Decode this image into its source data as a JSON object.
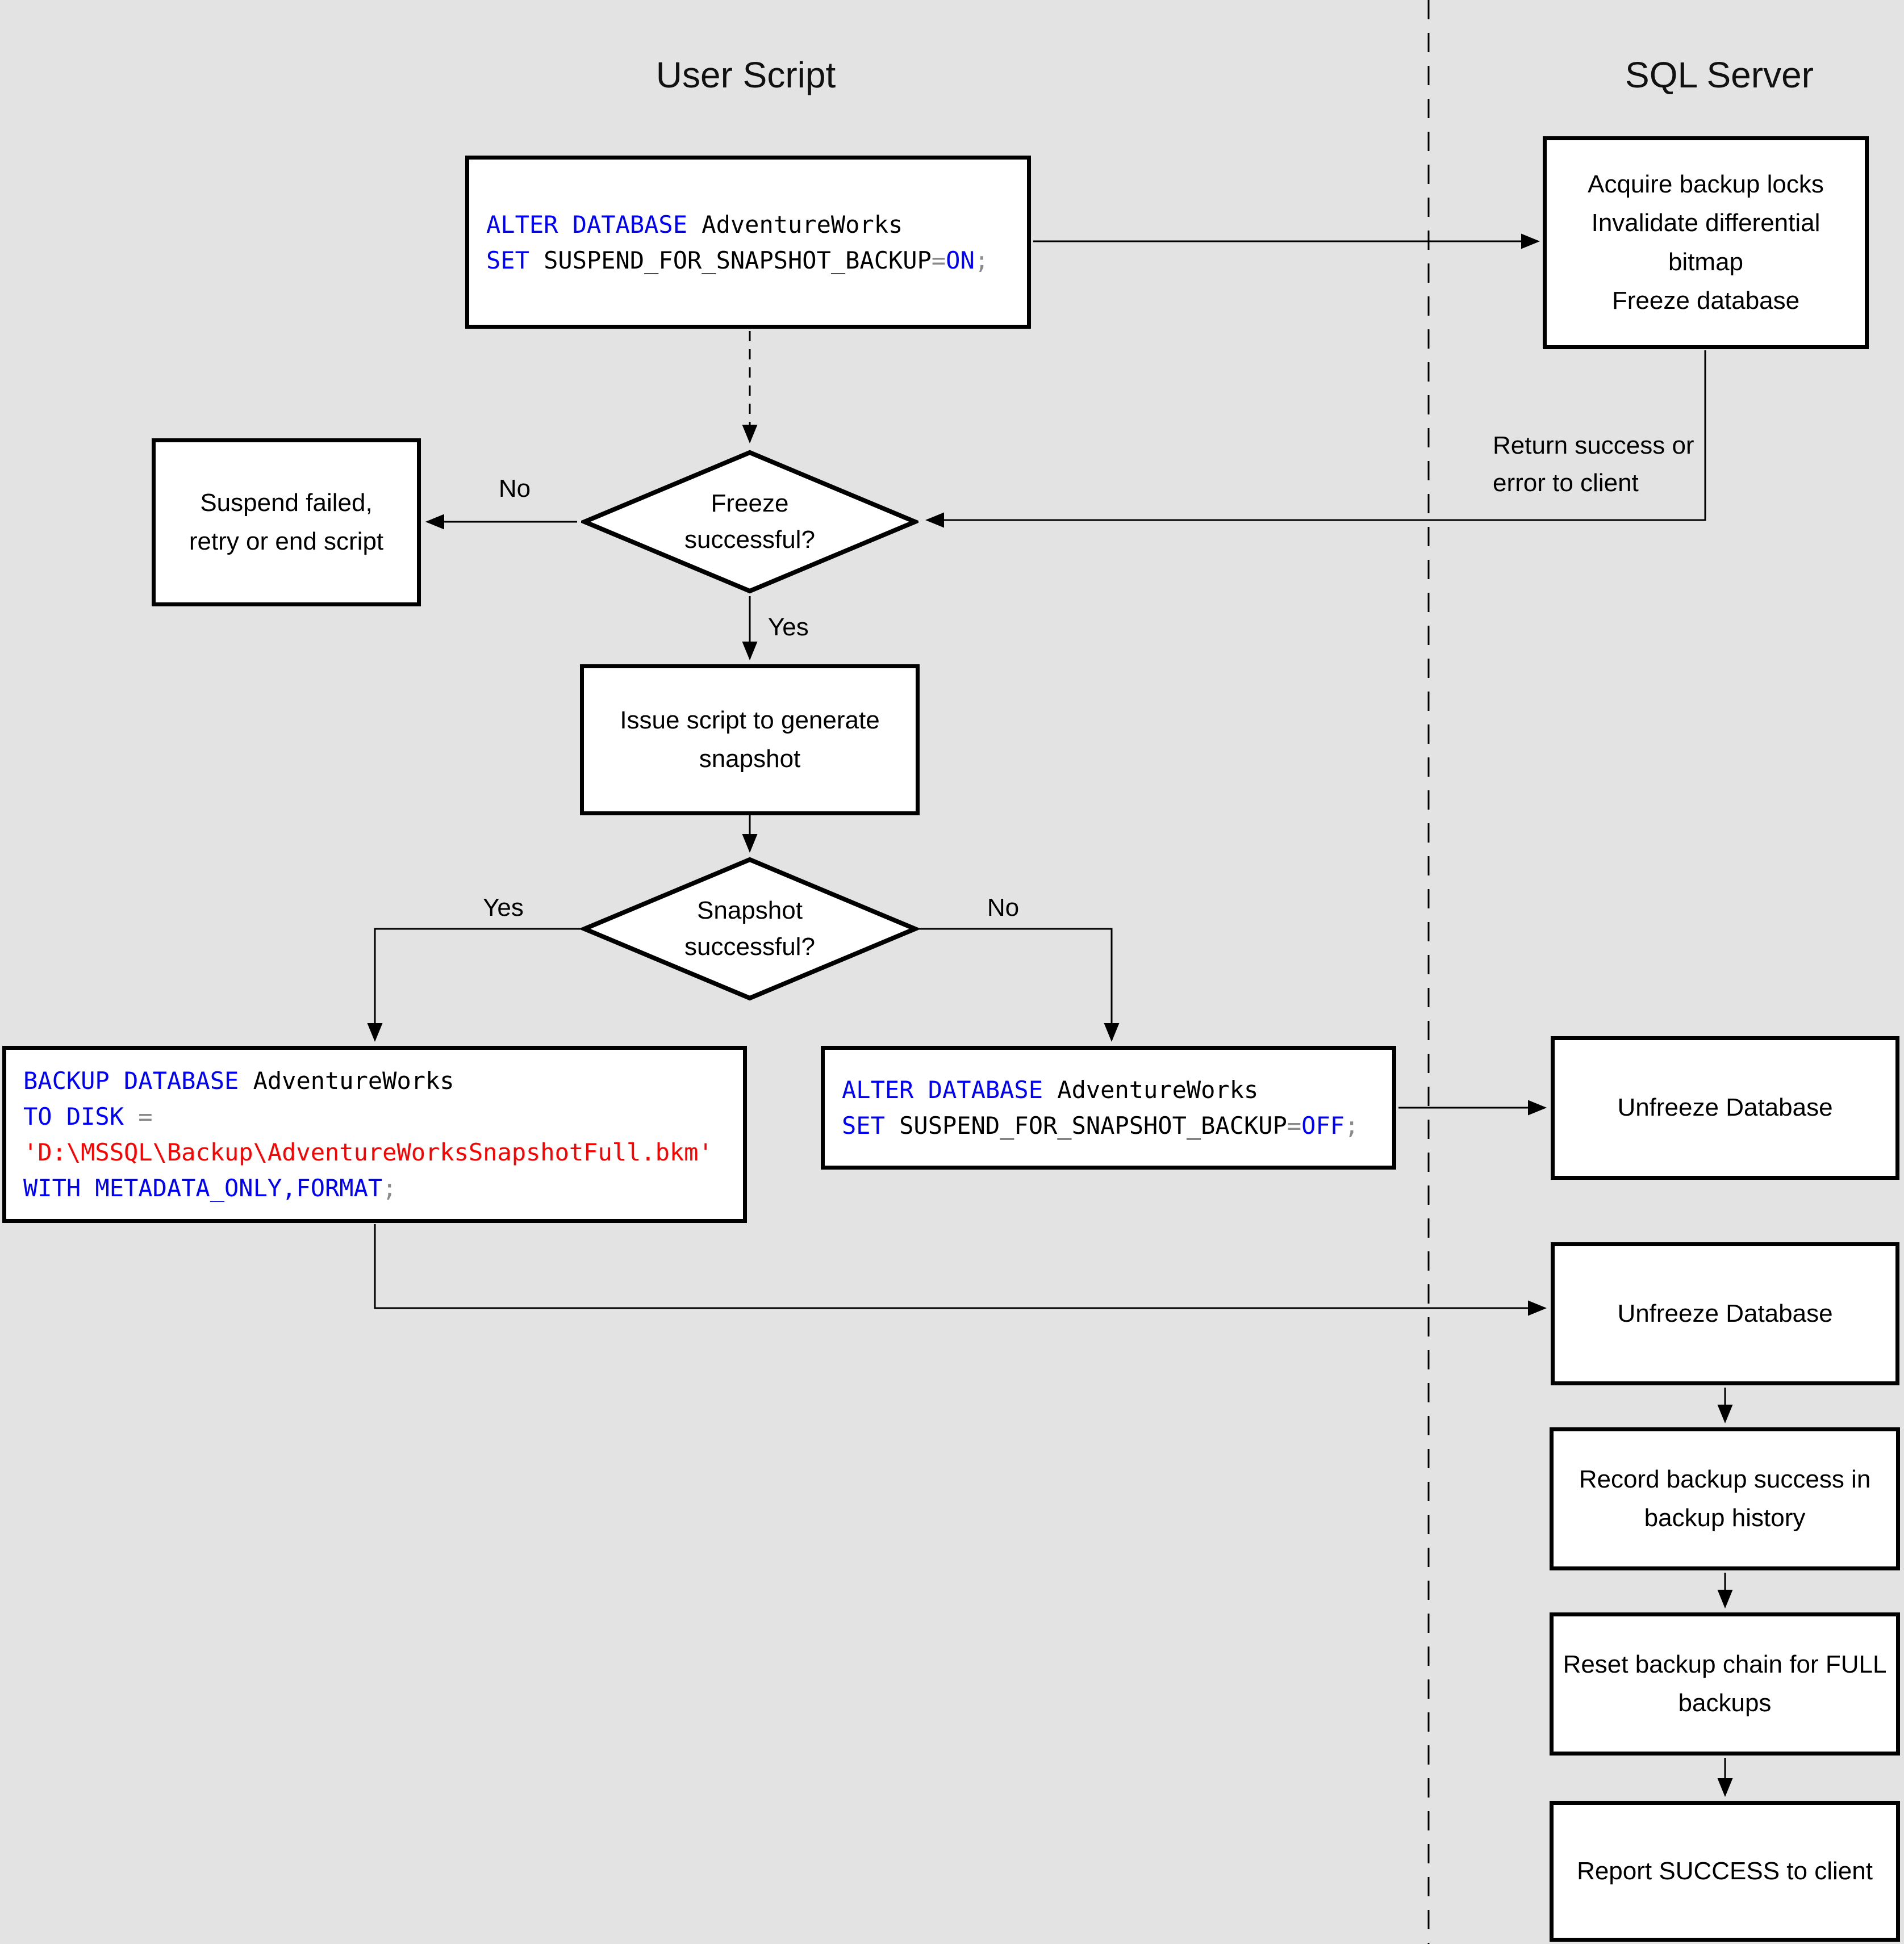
{
  "header": {
    "left": "User Script",
    "right": "SQL Server"
  },
  "colors": {
    "background": "#e3e3e3",
    "node_fill": "#ffffff",
    "node_border": "#000000",
    "sql_keyword": "#0000ff",
    "sql_identifier": "#000000",
    "sql_punctuation": "#8a8a8a",
    "sql_string": "#ff0000"
  },
  "nodes": {
    "acquire": {
      "text": "Acquire backup locks\nInvalidate differential\nbitmap\nFreeze database"
    },
    "suspend": {
      "text": "Suspend failed,\nretry or end script"
    },
    "freeze": {
      "text": "Freeze\nsuccessful?"
    },
    "issue": {
      "text": "Issue script to generate\nsnapshot"
    },
    "snapshot": {
      "text": "Snapshot\nsuccessful?"
    },
    "unfreeze1": {
      "text": "Unfreeze Database"
    },
    "unfreeze2": {
      "text": "Unfreeze Database"
    },
    "record": {
      "text": "Record backup success in\nbackup history"
    },
    "reset": {
      "text": "Reset backup chain for FULL\nbackups"
    },
    "report": {
      "text": "Report SUCCESS to client"
    }
  },
  "sql": {
    "alter_on": {
      "l1_kw": "ALTER DATABASE",
      "l1_id": " AdventureWorks",
      "l2_kw": "SET",
      "l2_id": " SUSPEND_FOR_SNAPSHOT_BACKUP",
      "l2_eq": "=",
      "l2_val": "ON",
      "l2_semi": ";"
    },
    "backup": {
      "l1_kw": "BACKUP DATABASE",
      "l1_id": " AdventureWorks",
      "l2_kw": "TO DISK",
      "l2_eq": " =",
      "l3_str": "'D:\\MSSQL\\Backup\\AdventureWorksSnapshotFull.bkm'",
      "l4_kw": "WITH METADATA_ONLY,FORMAT",
      "l4_semi": ";"
    },
    "alter_off": {
      "l1_kw": "ALTER DATABASE",
      "l1_id": " AdventureWorks",
      "l2_kw": "SET",
      "l2_id": " SUSPEND_FOR_SNAPSHOT_BACKUP",
      "l2_eq": "=",
      "l2_val": "OFF",
      "l2_semi": ";"
    }
  },
  "edge_labels": {
    "freeze_no": "No",
    "freeze_yes": "Yes",
    "snapshot_yes": "Yes",
    "snapshot_no": "No",
    "return_note": "Return success or\nerror to client"
  }
}
